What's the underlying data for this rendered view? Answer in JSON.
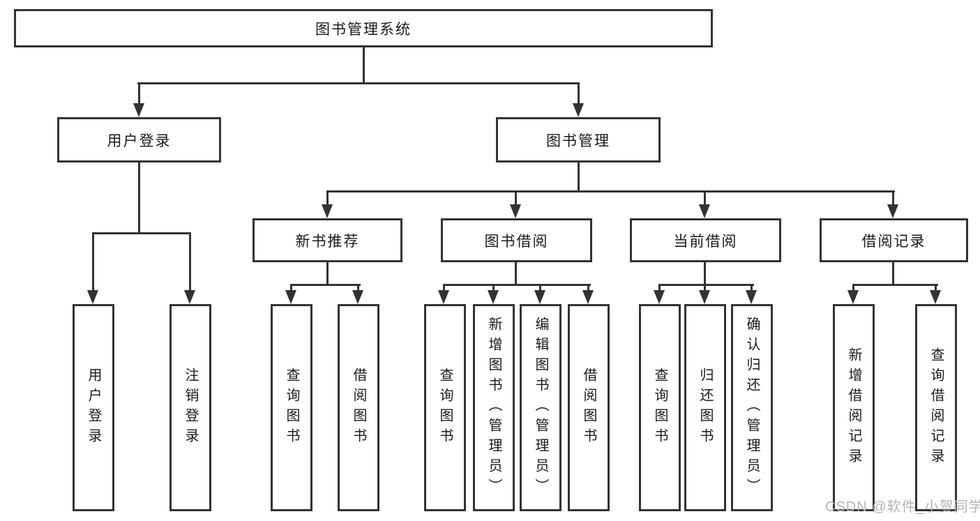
{
  "diagram": {
    "root": {
      "label": "图书管理系统"
    },
    "level2": {
      "user_login": {
        "label": "用户登录"
      },
      "book_management": {
        "label": "图书管理"
      }
    },
    "level3": {
      "new_book_recommend": {
        "label": "新书推荐"
      },
      "book_borrowing": {
        "label": "图书借阅"
      },
      "current_borrowing": {
        "label": "当前借阅"
      },
      "borrowing_records": {
        "label": "借阅记录"
      }
    },
    "leaves": {
      "user_login": {
        "label": "用户登录"
      },
      "logout": {
        "label": "注销登录"
      },
      "nb_query_books": {
        "label": "查询图书"
      },
      "nb_borrow_books": {
        "label": "借阅图书"
      },
      "bb_query_books": {
        "label": "查询图书"
      },
      "bb_add_books": {
        "label": "新增图书（管理员）"
      },
      "bb_edit_books": {
        "label": "编辑图书（管理员）"
      },
      "bb_borrow_books": {
        "label": "借阅图书"
      },
      "cb_query_books": {
        "label": "查询图书"
      },
      "cb_return_books": {
        "label": "归还图书"
      },
      "cb_confirm_return": {
        "label": "确认归还（管理员）"
      },
      "br_add_record": {
        "label": "新增借阅记录"
      },
      "br_query_record": {
        "label": "查询借阅记录"
      }
    },
    "watermark": "CSDN @软件_小贺同学",
    "colors": {
      "line": "#333333",
      "text": "#1a1a1a",
      "watermark": "#b3b3ba",
      "background": "#ffffff"
    }
  }
}
